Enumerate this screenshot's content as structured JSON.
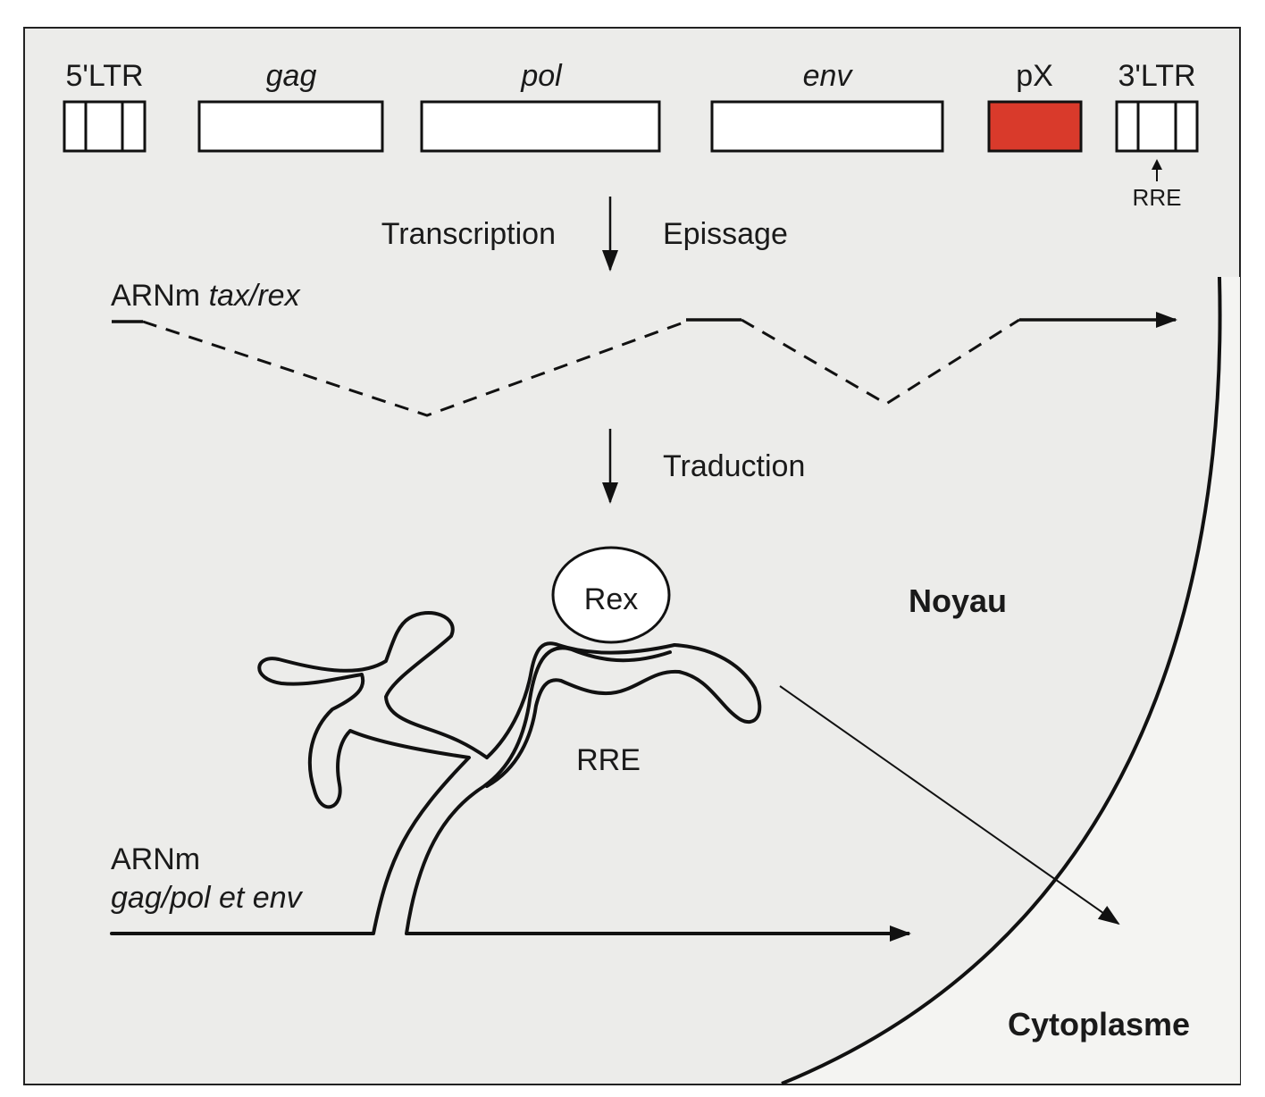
{
  "genome": {
    "ltr5": "5'LTR",
    "gag": "gag",
    "pol": "pol",
    "env": "env",
    "px": "pX",
    "ltr3": "3'LTR",
    "rre_marker": "RRE"
  },
  "steps": {
    "transcription": "Transcription",
    "epissage": "Epissage",
    "traduction": "Traduction"
  },
  "mrna_taxrex": {
    "prefix": "ARNm ",
    "name": "tax/rex"
  },
  "rex": "Rex",
  "rre": "RRE",
  "noyau": "Noyau",
  "cytoplasme": "Cytoplasme",
  "mrna_gagpolenv": {
    "line1": "ARNm",
    "line2": "gag/pol et env"
  },
  "colors": {
    "background": "#ececea",
    "px_box": "#d93a2b",
    "stroke": "#111111"
  }
}
